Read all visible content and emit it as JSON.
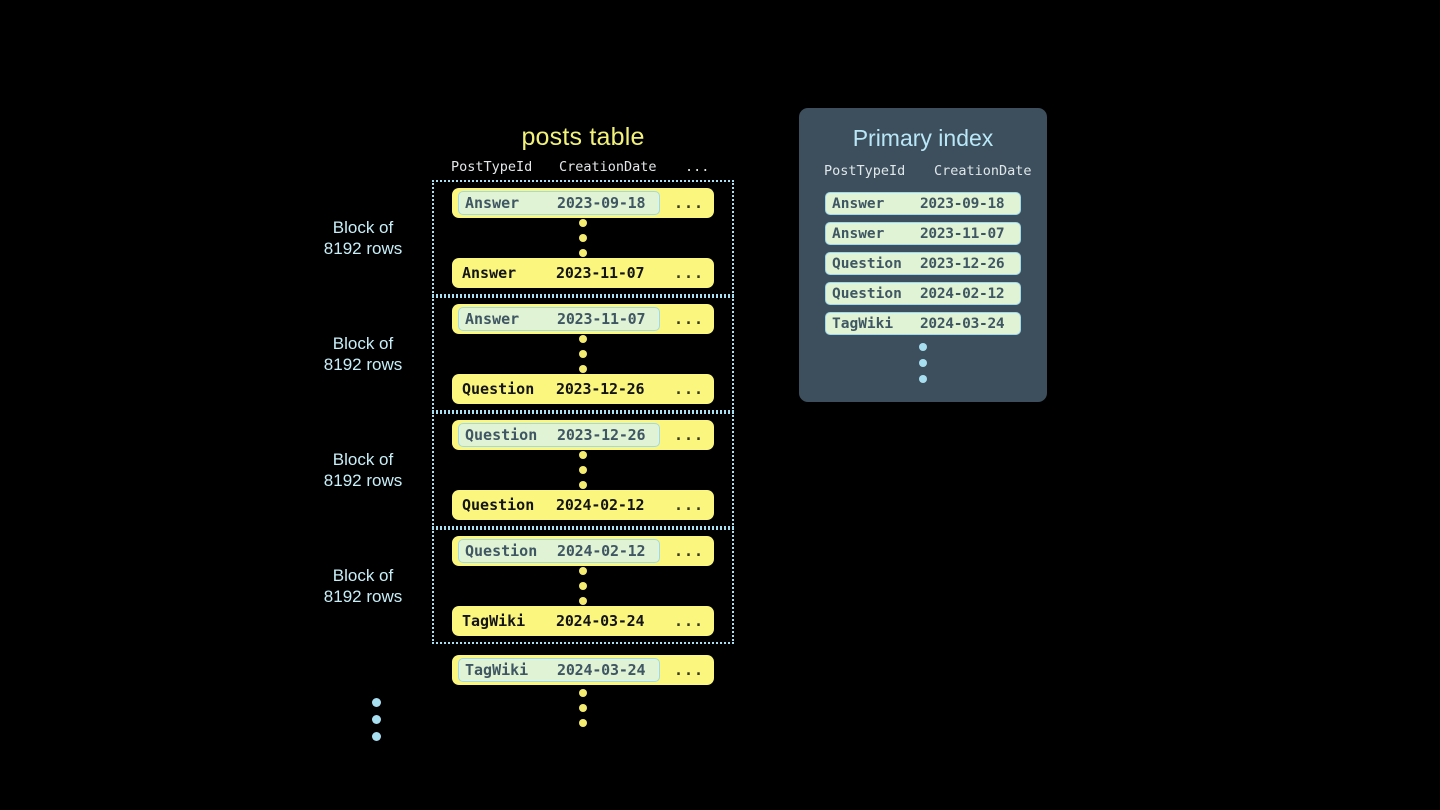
{
  "posts_table": {
    "title": "posts table",
    "columns": [
      "PostTypeId",
      "CreationDate",
      "..."
    ],
    "blocks": [
      {
        "label_line1": "Block of",
        "label_line2": "8192 rows",
        "first_row": {
          "type": "Answer",
          "date": "2023-09-18",
          "rest": "...",
          "highlighted": true
        },
        "last_row": {
          "type": "Answer",
          "date": "2023-11-07",
          "rest": "...",
          "highlighted": false
        }
      },
      {
        "label_line1": "Block of",
        "label_line2": "8192 rows",
        "first_row": {
          "type": "Answer",
          "date": "2023-11-07",
          "rest": "...",
          "highlighted": true
        },
        "last_row": {
          "type": "Question",
          "date": "2023-12-26",
          "rest": "...",
          "highlighted": false
        }
      },
      {
        "label_line1": "Block of",
        "label_line2": "8192 rows",
        "first_row": {
          "type": "Question",
          "date": "2023-12-26",
          "rest": "...",
          "highlighted": true
        },
        "last_row": {
          "type": "Question",
          "date": "2024-02-12",
          "rest": "...",
          "highlighted": false
        }
      },
      {
        "label_line1": "Block of",
        "label_line2": "8192 rows",
        "first_row": {
          "type": "Question",
          "date": "2024-02-12",
          "rest": "...",
          "highlighted": true
        },
        "last_row": {
          "type": "TagWiki",
          "date": "2024-03-24",
          "rest": "...",
          "highlighted": false
        }
      }
    ],
    "trailing_row": {
      "type": "TagWiki",
      "date": "2024-03-24",
      "rest": "...",
      "highlighted": true
    }
  },
  "primary_index": {
    "title": "Primary index",
    "columns": [
      "PostTypeId",
      "CreationDate"
    ],
    "rows": [
      {
        "type": "Answer",
        "date": "2023-09-18"
      },
      {
        "type": "Answer",
        "date": "2023-11-07"
      },
      {
        "type": "Question",
        "date": "2023-12-26"
      },
      {
        "type": "Question",
        "date": "2024-02-12"
      },
      {
        "type": "TagWiki",
        "date": "2024-03-24"
      }
    ]
  },
  "colors": {
    "background": "#000000",
    "row_yellow": "#fbf77e",
    "highlight_green": "#e0f3d4",
    "accent_blue": "#a8dff0",
    "panel_slate": "#3d4f5c",
    "title_yellow": "#f2f27a"
  }
}
